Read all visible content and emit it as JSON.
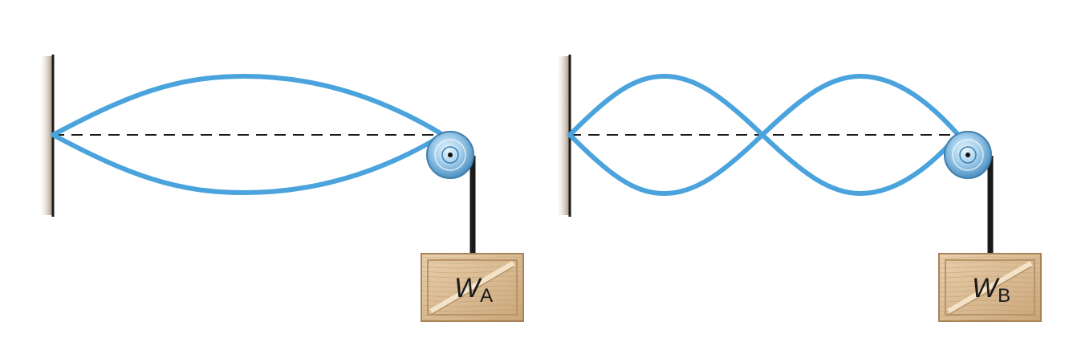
{
  "diagram": {
    "colors": {
      "string": "#4aa3dc",
      "wall": "#1a1a1a",
      "wall_shade": "#b9a58f",
      "equilibrium_line": "#1a1a1a",
      "pulley": "#8fc4e6",
      "cord": "#1a1a1a",
      "crate": "#dcbf99"
    },
    "setups": [
      {
        "label_symbol": "W",
        "label_subscript": "A",
        "loops": 1
      },
      {
        "label_symbol": "W",
        "label_subscript": "B",
        "loops": 2
      }
    ]
  }
}
